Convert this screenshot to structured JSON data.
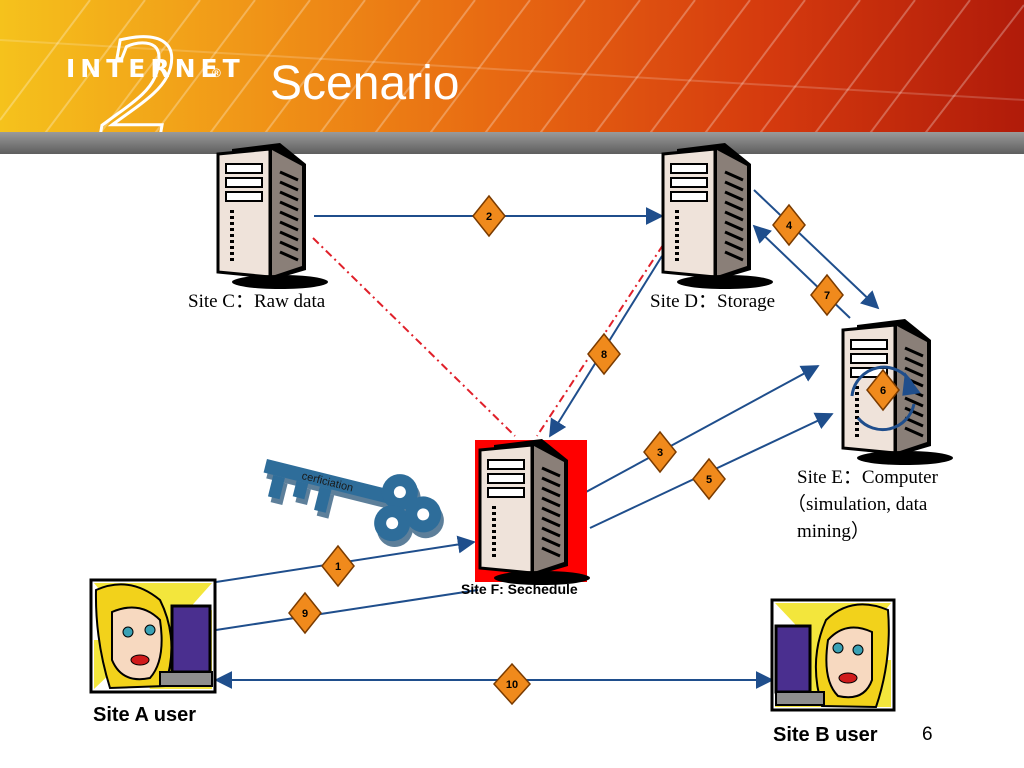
{
  "slide": {
    "title": "Scenario",
    "logo_text": "INTERNET",
    "logo_number": "2",
    "logo_mark": "®",
    "page_number": "6"
  },
  "nodes": {
    "site_c": "Site C：Raw data",
    "site_d": "Site D：Storage",
    "site_e_line1": "Site E：Computer",
    "site_e_line2": "（simulation,  data",
    "site_e_line3": "mining）",
    "site_f": "Site F: Sechedule",
    "site_a": "Site A user",
    "site_b": "Site B user"
  },
  "key_label": "cerficiation",
  "steps": [
    "1",
    "2",
    "3",
    "4",
    "5",
    "6",
    "7",
    "8",
    "9",
    "10"
  ],
  "colors": {
    "arrow": "#1f4e8c",
    "dashed": "#e0202a",
    "diamond": "#f08a1c",
    "key": "#2e6d9a",
    "scheduler_bg": "#ff0000"
  }
}
